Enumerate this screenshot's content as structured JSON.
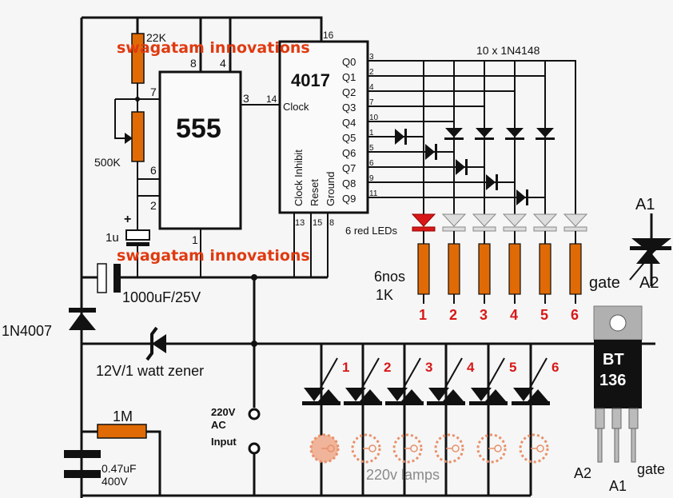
{
  "watermark": "swagatam innovations",
  "ic555": {
    "label": "555",
    "pins": [
      "8",
      "4",
      "7",
      "3",
      "6",
      "2",
      "1"
    ]
  },
  "ic4017": {
    "label": "4017",
    "pin16": "16",
    "clock_pin": "14",
    "clock_label": "Clock",
    "side_labels": [
      "Clock Inhibit",
      "Reset",
      "Ground"
    ],
    "bottom_pins": [
      "13",
      "15",
      "8"
    ],
    "outputs": [
      {
        "name": "Q0",
        "pin": "3"
      },
      {
        "name": "Q1",
        "pin": "2"
      },
      {
        "name": "Q2",
        "pin": "4"
      },
      {
        "name": "Q3",
        "pin": "7"
      },
      {
        "name": "Q4",
        "pin": "10"
      },
      {
        "name": "Q5",
        "pin": "1"
      },
      {
        "name": "Q6",
        "pin": "5"
      },
      {
        "name": "Q7",
        "pin": "6"
      },
      {
        "name": "Q8",
        "pin": "9"
      },
      {
        "name": "Q9",
        "pin": "11"
      }
    ]
  },
  "labels": {
    "r22k": "22K",
    "pot500k": "500K",
    "cap1u": "1u",
    "cap1u_plus": "+",
    "cap1000": "1000uF/25V",
    "diode": "1N4007",
    "zener": "12V/1 watt zener",
    "r1m": "1M",
    "cap047": "0.47uF",
    "cap047_v": "400V",
    "ac_input": [
      "220V",
      "AC",
      "Input"
    ],
    "diodes": "10 x 1N4148",
    "leds": "6 red LEDs",
    "resistors": [
      "6nos",
      "1K"
    ],
    "lamps": "220v lamps"
  },
  "channel_numbers": [
    "1",
    "2",
    "3",
    "4",
    "5",
    "6"
  ],
  "triac_symbol": {
    "a1": "A1",
    "a2": "A2",
    "gate": "gate"
  },
  "bt136": {
    "line1": "BT",
    "line2": "136",
    "pins": [
      "A2",
      "A1",
      "gate"
    ]
  },
  "colors": {
    "resistor": "#e06a05",
    "watermark": "#e03a10",
    "channel_number": "#d81818",
    "led_active": "#d81818",
    "lamp": "#e8916a"
  }
}
